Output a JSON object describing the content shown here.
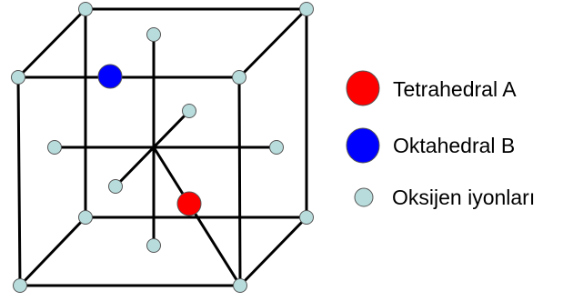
{
  "colors": {
    "edge": "#000000",
    "tetrahedral": "#ff0000",
    "octahedral": "#0000ff",
    "oxygen": "#b8dcdc",
    "outline": "#555555"
  },
  "legend": {
    "tetrahedral": "Tetrahedral A",
    "octahedral": "Oktahedral B",
    "oxygen": "Oksijen iyonları"
  }
}
